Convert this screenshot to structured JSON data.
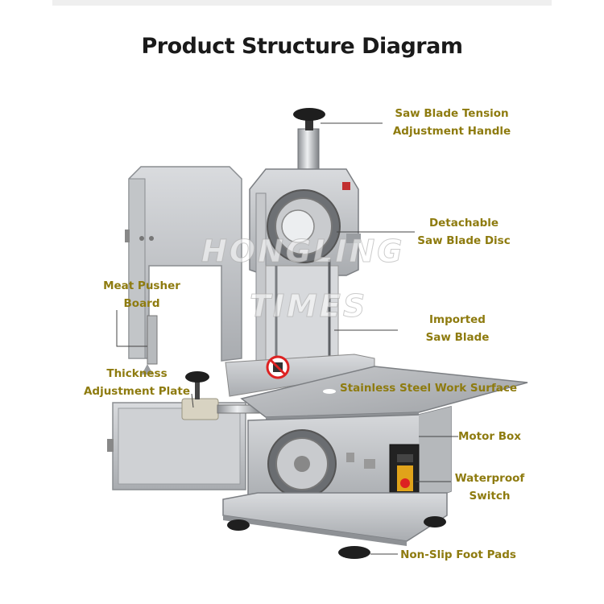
{
  "title": "Product Structure Diagram",
  "colors": {
    "label": "#8e7b0f",
    "title": "#1a1a1a",
    "leader": "#444444"
  },
  "watermark": {
    "line1": "HONGLING",
    "line2": "TIMES"
  },
  "callouts": {
    "tension_handle": {
      "line1": "Saw Blade Tension",
      "line2": "Adjustment Handle"
    },
    "blade_disc": {
      "line1": "Detachable",
      "line2": "Saw Blade Disc"
    },
    "pusher_board": {
      "line1": "Meat Pusher",
      "line2": "Board"
    },
    "saw_blade": {
      "line1": "Imported",
      "line2": "Saw Blade"
    },
    "thickness_plate": {
      "line1": "Thickness",
      "line2": "Adjustment Plate"
    },
    "work_surface": {
      "line1": "Stainless Steel Work Surface"
    },
    "motor_box": {
      "line1": "Motor Box"
    },
    "switch": {
      "line1": "Waterproof",
      "line2": "Switch"
    },
    "foot_pads": {
      "line1": "Non-Slip Foot Pads"
    }
  }
}
